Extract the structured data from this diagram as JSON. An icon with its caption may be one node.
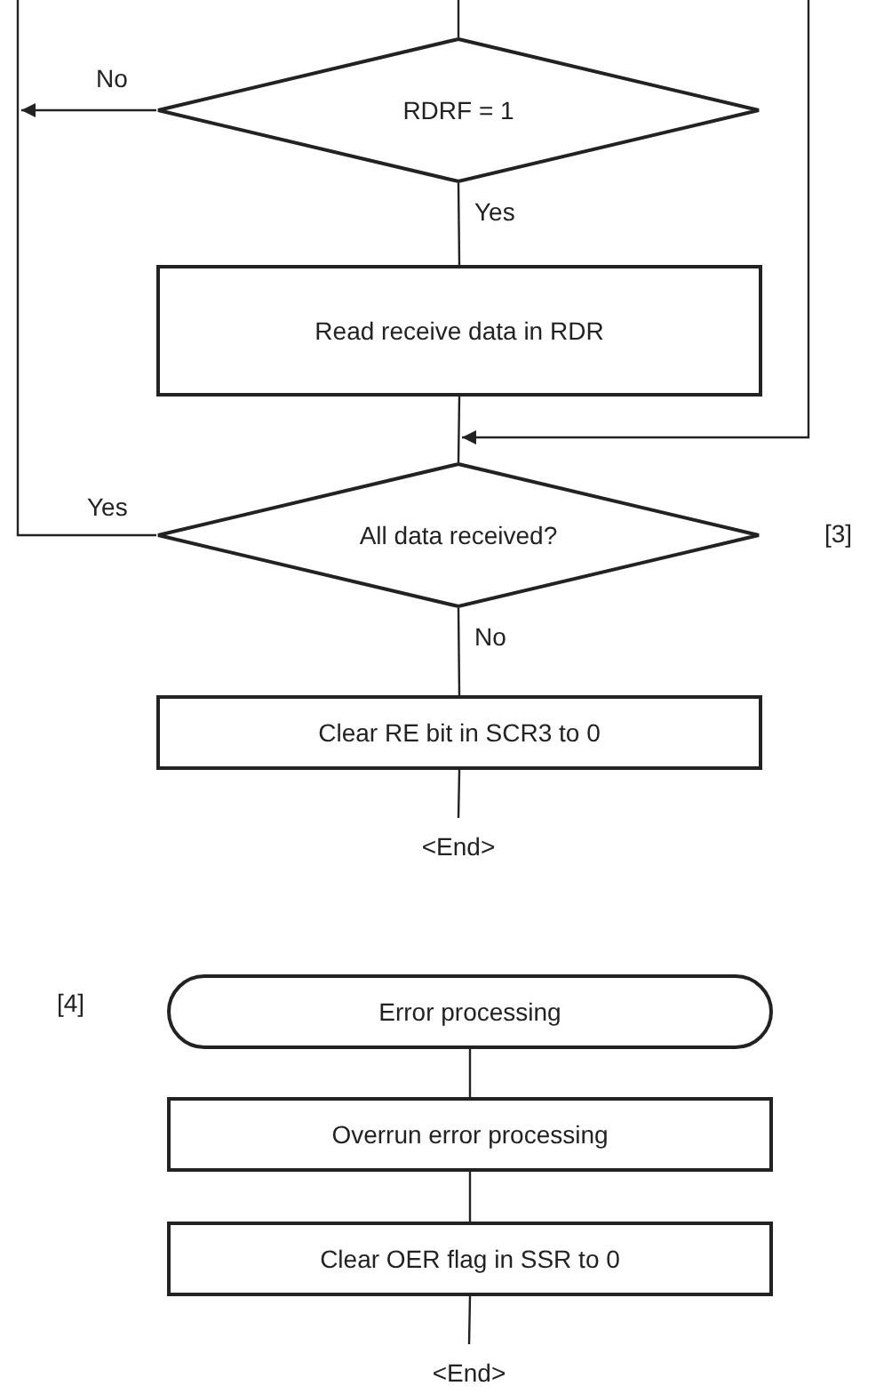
{
  "diagram": {
    "nodes": [
      {
        "text": [
          "RDRF = 1"
        ]
      },
      {
        "text": [
          "Read receive data in RDR"
        ]
      },
      {
        "text": [
          "All data received?"
        ],
        "beside": [
          "[3]"
        ]
      },
      {
        "text": [
          "Clear RE bit in SCR3 to 0"
        ]
      },
      {
        "text": [
          "<End>"
        ]
      },
      {
        "text": [
          "Error processing"
        ],
        "beside": [
          "[4]"
        ]
      },
      {
        "text": [
          "Overrun error processing"
        ]
      },
      {
        "text": [
          "Clear OER flag in SSR to 0"
        ]
      },
      {
        "text": [
          "<End>"
        ]
      }
    ],
    "edges": [
      {
        "from": null,
        "to": 0,
        "arrow": "none"
      },
      {
        "from": 0,
        "to": null,
        "arrow": "to",
        "label": "No"
      },
      {
        "from": 0,
        "to": 1,
        "arrow": "none",
        "label": "Yes"
      },
      {
        "from": 1,
        "to": 2,
        "arrow": "none"
      },
      {
        "from": null,
        "to": 2,
        "arrow": "to"
      },
      {
        "from": 2,
        "to": null,
        "arrow": "none",
        "label": "Yes"
      },
      {
        "from": 2,
        "to": 3,
        "arrow": "none",
        "label": "No"
      },
      {
        "from": 3,
        "to": 4,
        "arrow": "none"
      },
      {
        "from": 5,
        "to": 6,
        "arrow": "none"
      },
      {
        "from": 6,
        "to": 7,
        "arrow": "none"
      },
      {
        "from": 7,
        "to": 8,
        "arrow": "none"
      }
    ]
  }
}
